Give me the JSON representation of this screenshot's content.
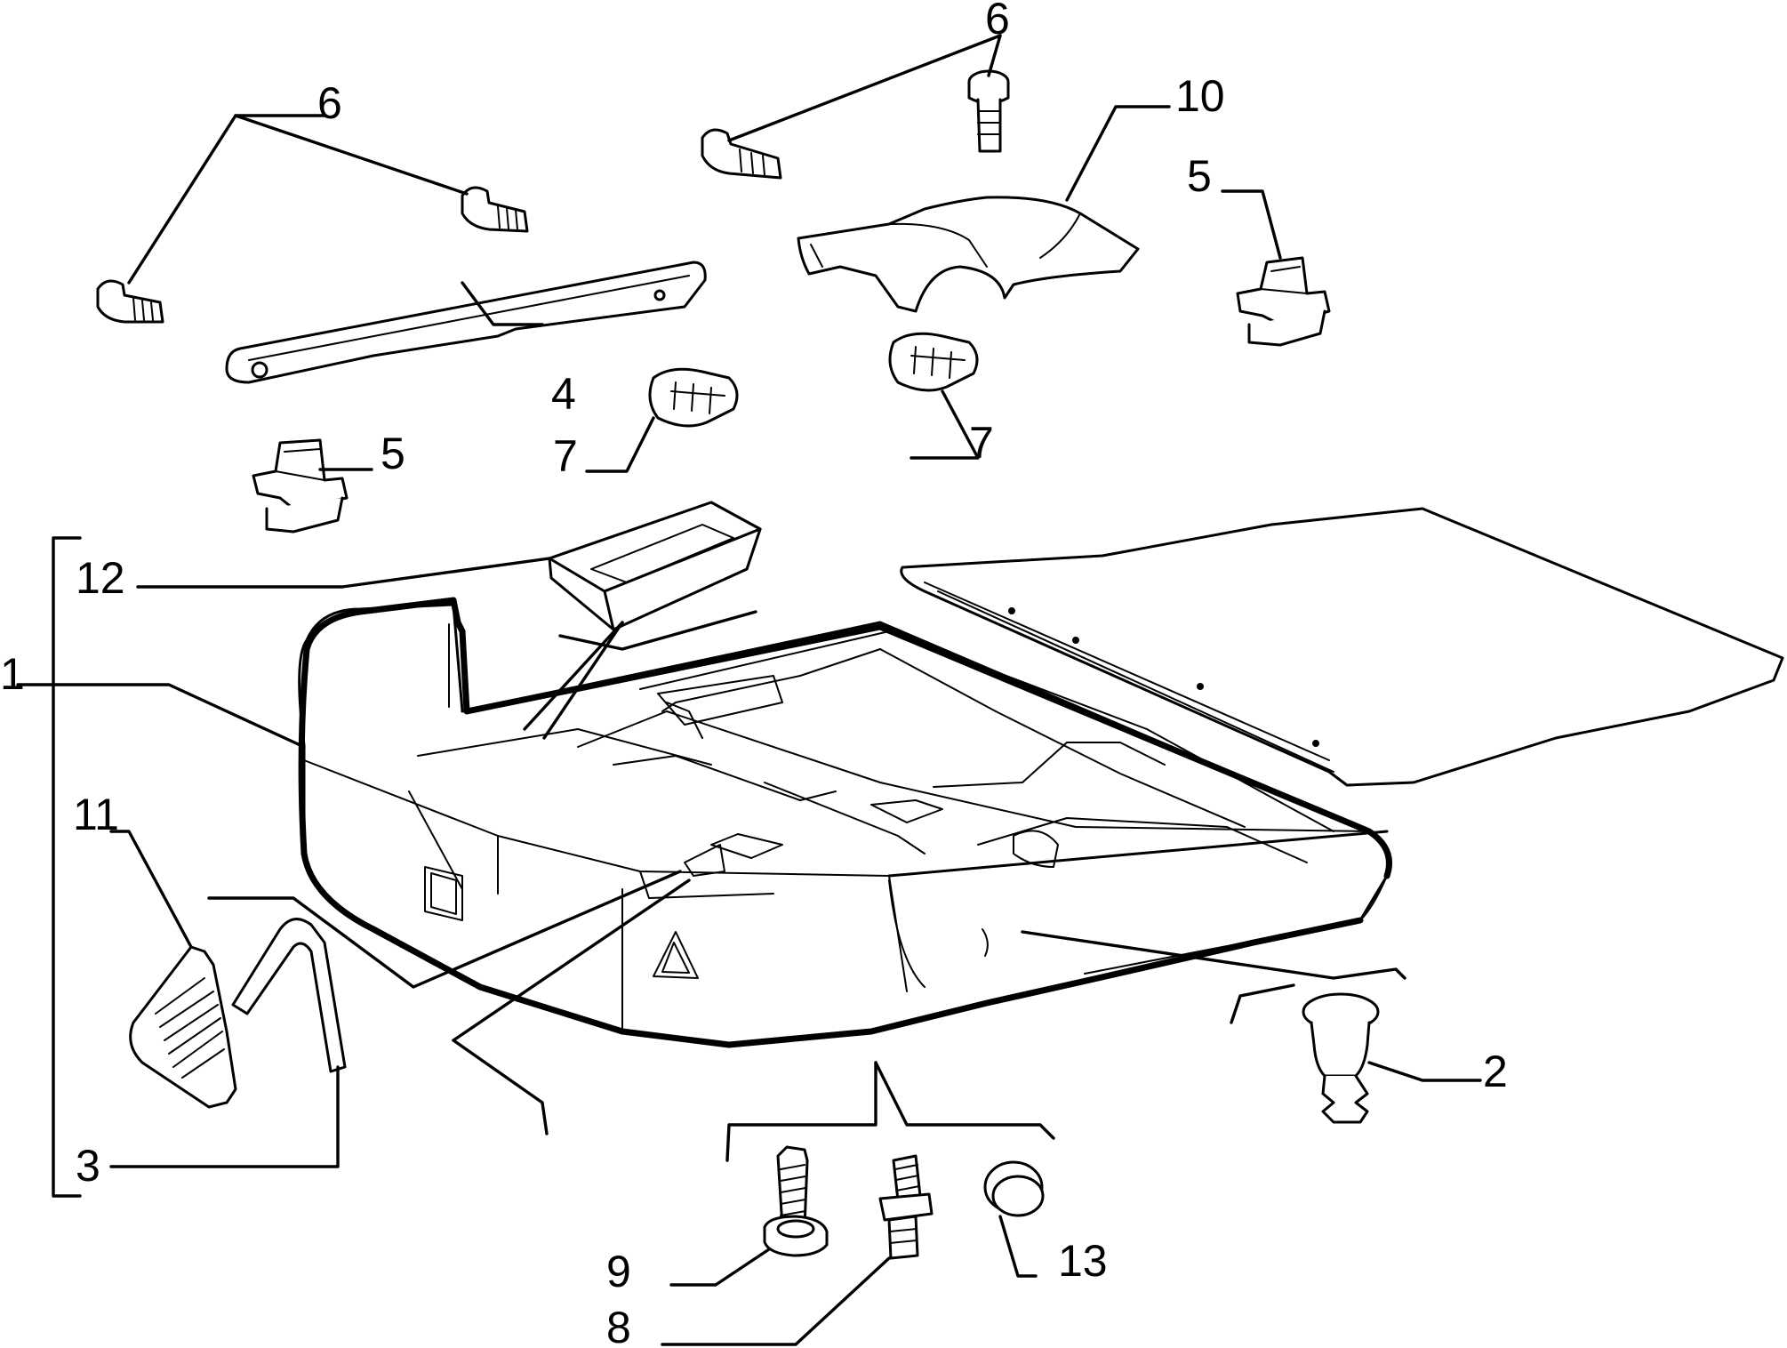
{
  "diagram": {
    "callouts": [
      {
        "id": "c1",
        "text": "1"
      },
      {
        "id": "c2",
        "text": "2"
      },
      {
        "id": "c3",
        "text": "3"
      },
      {
        "id": "c4",
        "text": "4"
      },
      {
        "id": "c5a",
        "text": "5"
      },
      {
        "id": "c5b",
        "text": "5"
      },
      {
        "id": "c6a",
        "text": "6"
      },
      {
        "id": "c6b",
        "text": "6"
      },
      {
        "id": "c7a",
        "text": "7"
      },
      {
        "id": "c7b",
        "text": "7"
      },
      {
        "id": "c8",
        "text": "8"
      },
      {
        "id": "c9",
        "text": "9"
      },
      {
        "id": "c10",
        "text": "10"
      },
      {
        "id": "c11",
        "text": "11"
      },
      {
        "id": "c12",
        "text": "12"
      },
      {
        "id": "c13",
        "text": "13"
      }
    ]
  }
}
